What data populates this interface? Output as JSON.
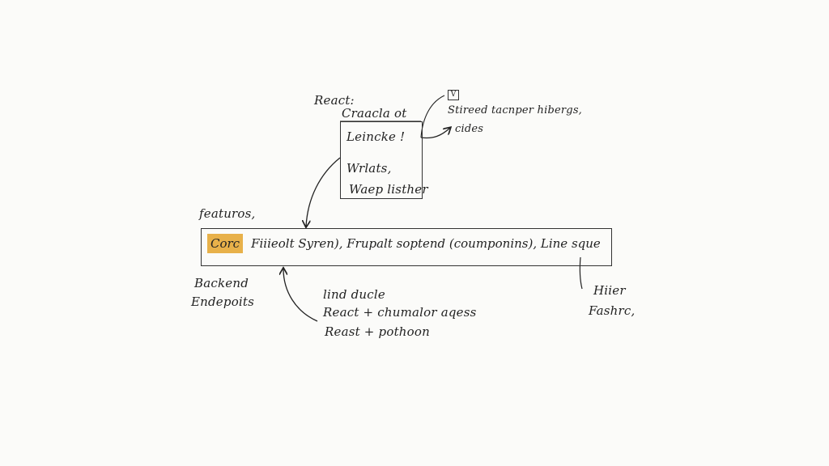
{
  "top_box": {
    "header_left": "React:",
    "title": "Craacla ot",
    "line1": "Leincke !",
    "line2": "Wrlats,",
    "line3": "Waep listher"
  },
  "side_note": {
    "icon_text": "V",
    "line1": "Stireed tacnper hibergs,",
    "line2": "cides"
  },
  "features_label": "featuros,",
  "main_bar": {
    "highlight": "Corc",
    "text": "Fiiieolt Syren), Frupalt soptend (coumponins), Line sque"
  },
  "left_note": {
    "line1": "Backend",
    "line2": "Endepoits"
  },
  "bottom_list": {
    "line1": "lind ducle",
    "line2": "React + chumalor aqess",
    "line3": "Reast + pothoon"
  },
  "right_note": {
    "line1": "Hiier",
    "line2": "Fashrc,"
  },
  "colors": {
    "highlight": "#e8b14a",
    "ink": "#222222",
    "background": "#fbfbf9"
  }
}
